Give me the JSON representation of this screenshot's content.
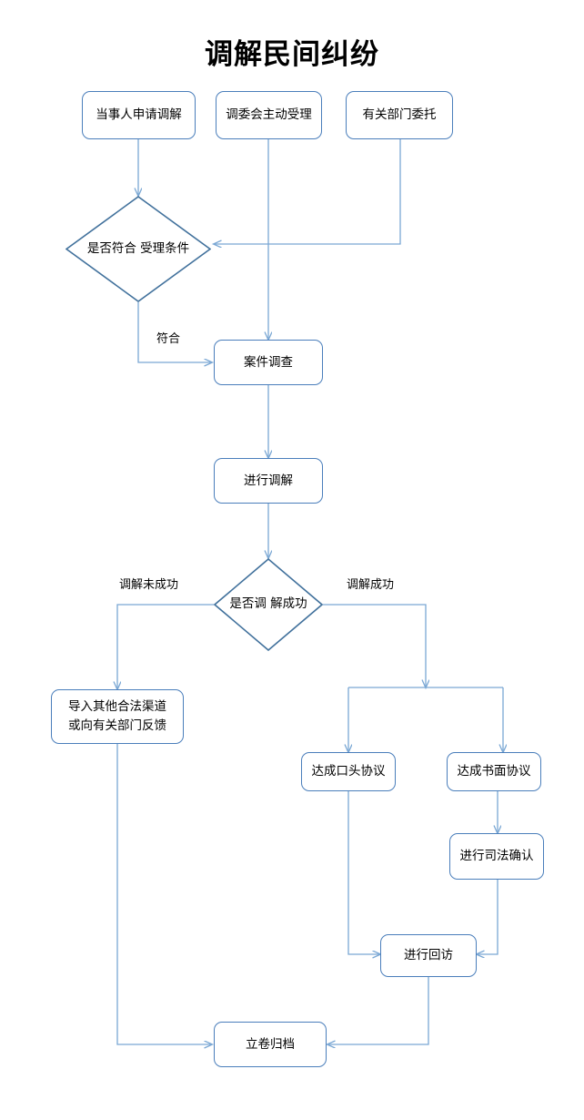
{
  "title": "调解民间纠纷",
  "colors": {
    "node_stroke": "#4a7ebb",
    "connector": "#7aa7d4",
    "diamond_stroke": "#41719c",
    "text": "#000000",
    "background": "#ffffff"
  },
  "nodes": {
    "apply": {
      "line1": "当事人申请调解"
    },
    "committee": {
      "line1": "调委会主动受理"
    },
    "entrust": {
      "line1": "有关部门委托"
    },
    "check_condition": {
      "line1": "是否符合",
      "line2": "受理条件"
    },
    "investigate": {
      "line1": "案件调查"
    },
    "mediate": {
      "line1": "进行调解"
    },
    "success_check": {
      "line1": "是否调",
      "line2": "解成功"
    },
    "other_channel": {
      "line1": "导入其他合法渠道",
      "line2": "或向有关部门反馈"
    },
    "oral_agreement": {
      "line1": "达成口头协议"
    },
    "written_agreement": {
      "line1": "达成书面协议"
    },
    "judicial_confirm": {
      "line1": "进行司法确认"
    },
    "follow_up": {
      "line1": "进行回访"
    },
    "archive": {
      "line1": "立卷归档"
    }
  },
  "edge_labels": {
    "qualified": "符合",
    "mediation_failed": "调解未成功",
    "mediation_succeeded": "调解成功"
  },
  "flow": {
    "type": "flowchart",
    "edges": [
      {
        "from": "apply",
        "to": "check_condition",
        "label": ""
      },
      {
        "from": "committee",
        "to": "investigate",
        "label": ""
      },
      {
        "from": "entrust",
        "to": "check_condition",
        "label": ""
      },
      {
        "from": "check_condition",
        "to": "investigate",
        "label": "符合"
      },
      {
        "from": "investigate",
        "to": "mediate",
        "label": ""
      },
      {
        "from": "mediate",
        "to": "success_check",
        "label": ""
      },
      {
        "from": "success_check",
        "to": "other_channel",
        "label": "调解未成功"
      },
      {
        "from": "success_check",
        "to": "oral_agreement",
        "label": "调解成功"
      },
      {
        "from": "success_check",
        "to": "written_agreement",
        "label": "调解成功"
      },
      {
        "from": "oral_agreement",
        "to": "follow_up",
        "label": ""
      },
      {
        "from": "written_agreement",
        "to": "judicial_confirm",
        "label": ""
      },
      {
        "from": "judicial_confirm",
        "to": "follow_up",
        "label": ""
      },
      {
        "from": "follow_up",
        "to": "archive",
        "label": ""
      },
      {
        "from": "other_channel",
        "to": "archive",
        "label": ""
      }
    ]
  }
}
